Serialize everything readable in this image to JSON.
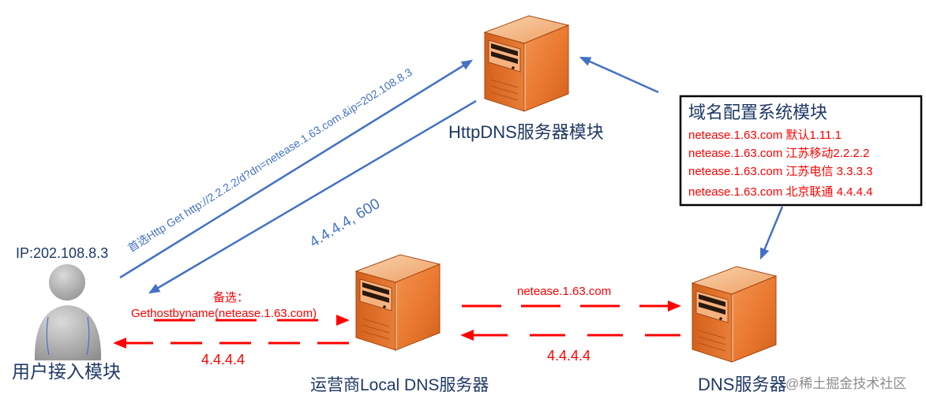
{
  "nodes": {
    "httpdns": {
      "label": "HttpDNS服务器模块",
      "icon": "server-icon"
    },
    "user": {
      "ip": "IP:202.108.8.3",
      "label": "用户接入模块",
      "icon": "user-icon"
    },
    "local_dns": {
      "label": "运营商Local DNS服务器",
      "icon": "server-icon"
    },
    "dns": {
      "label": "DNS服务器",
      "icon": "server-icon"
    },
    "config": {
      "title": "域名配置系统模块",
      "entries": [
        "netease.1.63.com 默认1.11.1",
        "netease.1.63.com 江苏移动2.2.2.2",
        "netease.1.63.com 江苏电信 3.3.3.3",
        "netease.1.63.com 北京联通 4.4.4.4"
      ]
    }
  },
  "edges": {
    "http_request": {
      "label": "首选Http Get http://2.2.2.2/d?dn=netease.1.63.com.&ip=202.108.8.3"
    },
    "http_response": {
      "label": "4.4.4.4, 600"
    },
    "fallback_request": {
      "title": "备选：",
      "label": "Gethostbyname(netease.1.63.com)"
    },
    "fallback_response": {
      "label": "4.4.4.4"
    },
    "dns_query": {
      "label": "netease.1.63.com"
    },
    "dns_response": {
      "label": "4.4.4.4"
    }
  },
  "watermark": "@稀土掘金技术社区",
  "colors": {
    "arrow_blue": "#4472C4",
    "arrow_red": "#FF0000",
    "label": "#1F3864",
    "watermark": "#8C8C8C",
    "box_border": "#000000",
    "server_orange": "#E9782E"
  }
}
